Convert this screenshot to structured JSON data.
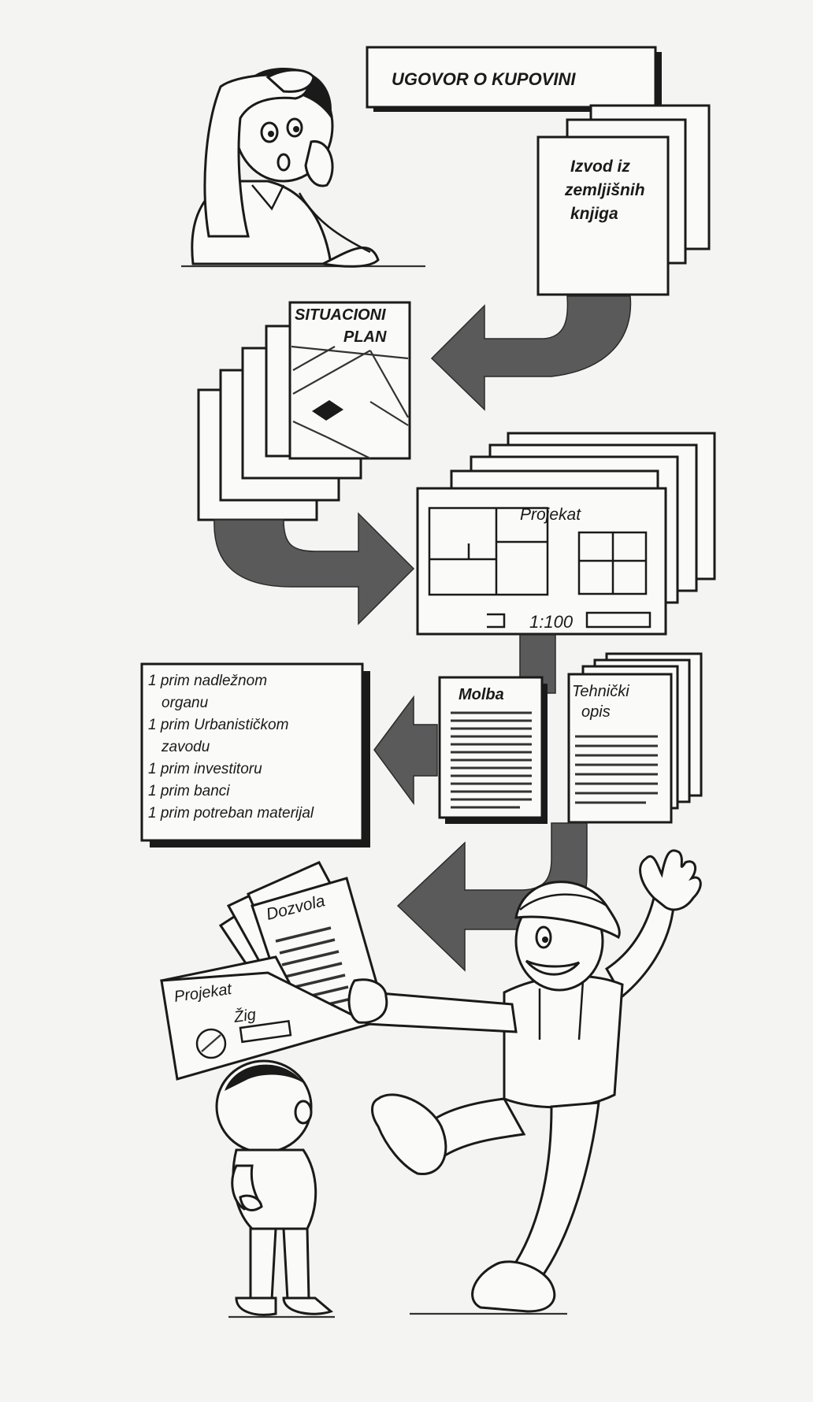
{
  "documents": {
    "contract": "UGOVOR O KUPOVINI",
    "land_registry": [
      "Izvod iz",
      "zemljišnih",
      "knjiga"
    ],
    "site_plan": [
      "SITUACIONI",
      "PLAN"
    ],
    "project": {
      "title": "Projekat",
      "scale": "1:100"
    },
    "application": "Molba",
    "technical_description": [
      "Tehnički",
      "opis"
    ],
    "distribution_list": [
      "1 prim nadležnom",
      "organu",
      "1 prim Urbanističkom",
      "zavodu",
      "1 prim investitoru",
      "1 prim banci",
      "1 prim potreban materijal"
    ],
    "permit": "Dozvola",
    "project_stamped": {
      "title": "Projekat",
      "stamp": "Žig"
    }
  },
  "colors": {
    "ink": "#1a1a1a",
    "arrow_fill": "#5a5a5a",
    "paper": "#fafaf8",
    "background": "#f4f4f2"
  },
  "icons": {
    "worried_man": "worried-man-illustration",
    "happy_man": "happy-man-illustration",
    "child": "child-illustration",
    "stamp": "stamp-icon"
  }
}
